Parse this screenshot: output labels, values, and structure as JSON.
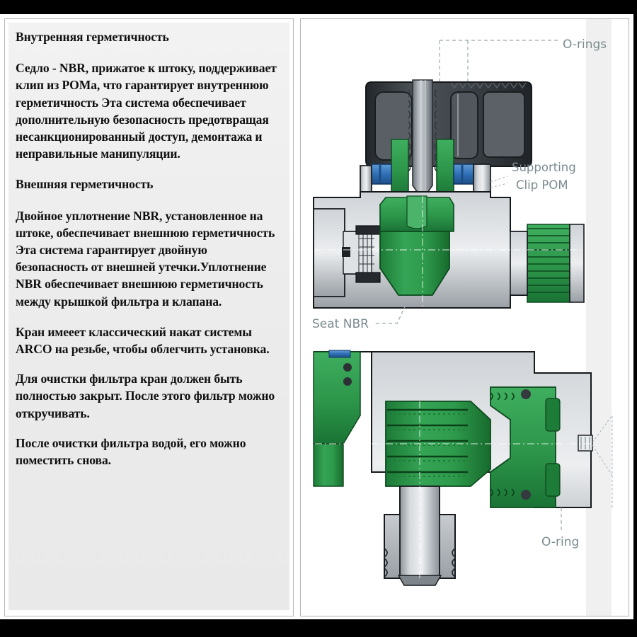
{
  "document": {
    "title": "Внутренняя герметичность"
  },
  "left_panel": {
    "paragraphs": [
      "Внутренняя герметичность",
      "Седло - NBR, прижатое к штоку, поддерживает клип из POMa, что гарантирует внутреннюю герметичность Эта система обеспечивает дополнительную безопасность предотвращая несанкционированный доступ, демонтажа и неправильные манипуляции.",
      "Внешняя герметичность",
      "Двойное уплотнение NBR, установленное на штоке, обеспечивает внешнюю герметичность Эта система гарантирует двойную безопасность от внешней утечки.Уплотнение NBR обеспечивает внешнюю герметичность между крышкой  фильтра и клапана.",
      "Кран  имееет классический накат системы ARCO на резьбе, чтобы облегчить установка.",
      "Для очистки фильтра кран должен быть полностью закрыт. После этого фильтр можно откручивать.",
      "После очистки фильтра водой, его можно поместить снова."
    ]
  },
  "diagram_panel": {
    "callouts": {
      "o_rings": "O-rings",
      "supporting_clip_line1": "Supporting",
      "supporting_clip_line2": "Clip  POM",
      "seat_nbr": "Seat NBR",
      "o_ring": "O-ring"
    }
  },
  "colors": {
    "callout_text": "#7a8b8f",
    "body_green": "#2f9b4e",
    "green_dark": "#1d6b34",
    "metal_grey": "#b8bcc0",
    "handle_dark": "#3a3f44",
    "oring_blue": "#2f6fb5",
    "panel_bg": "#eeeeee",
    "page_bg": "#ffffff",
    "band_black": "#000000"
  }
}
